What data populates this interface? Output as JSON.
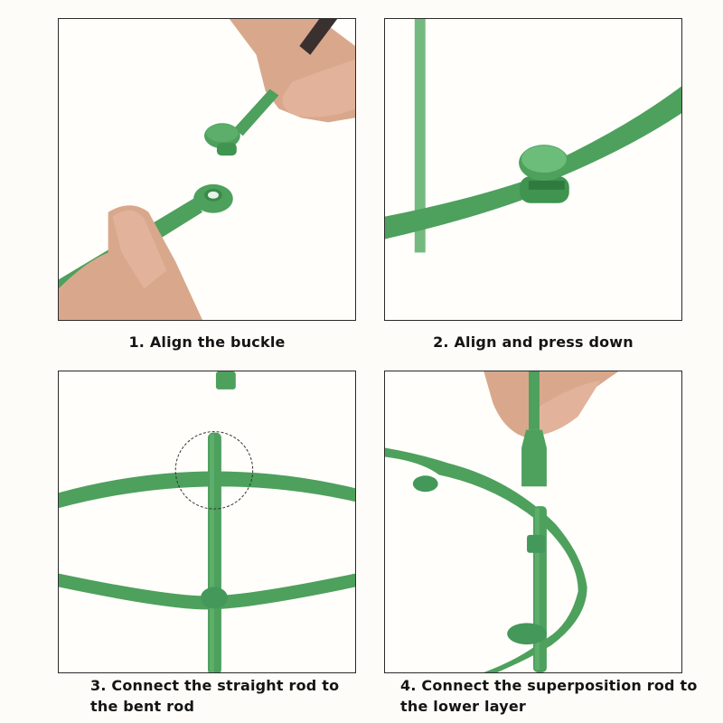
{
  "colors": {
    "rod_green": "#4ea05d",
    "rod_green_dark": "#3b8a4b",
    "rod_green_light": "#6cbd7a",
    "skin": "#d9a88c",
    "frame": "#2a2a2a",
    "background": "#fdfcf8"
  },
  "steps": [
    {
      "number": "1",
      "caption": "1. Align the buckle",
      "illustration": "hands-aligning-buckle-ends"
    },
    {
      "number": "2",
      "caption": "2. Align and press down",
      "illustration": "buckle-pressed-on-ring"
    },
    {
      "number": "3",
      "caption_line1": "3. Connect the straight rod to",
      "caption_line2": "the bent rod",
      "illustration": "straight-rod-through-rings"
    },
    {
      "number": "4",
      "caption_line1": "4. Connect the superposition rod to",
      "caption_line2": "the lower layer",
      "illustration": "hand-inserting-rod-into-lower-layer"
    }
  ]
}
